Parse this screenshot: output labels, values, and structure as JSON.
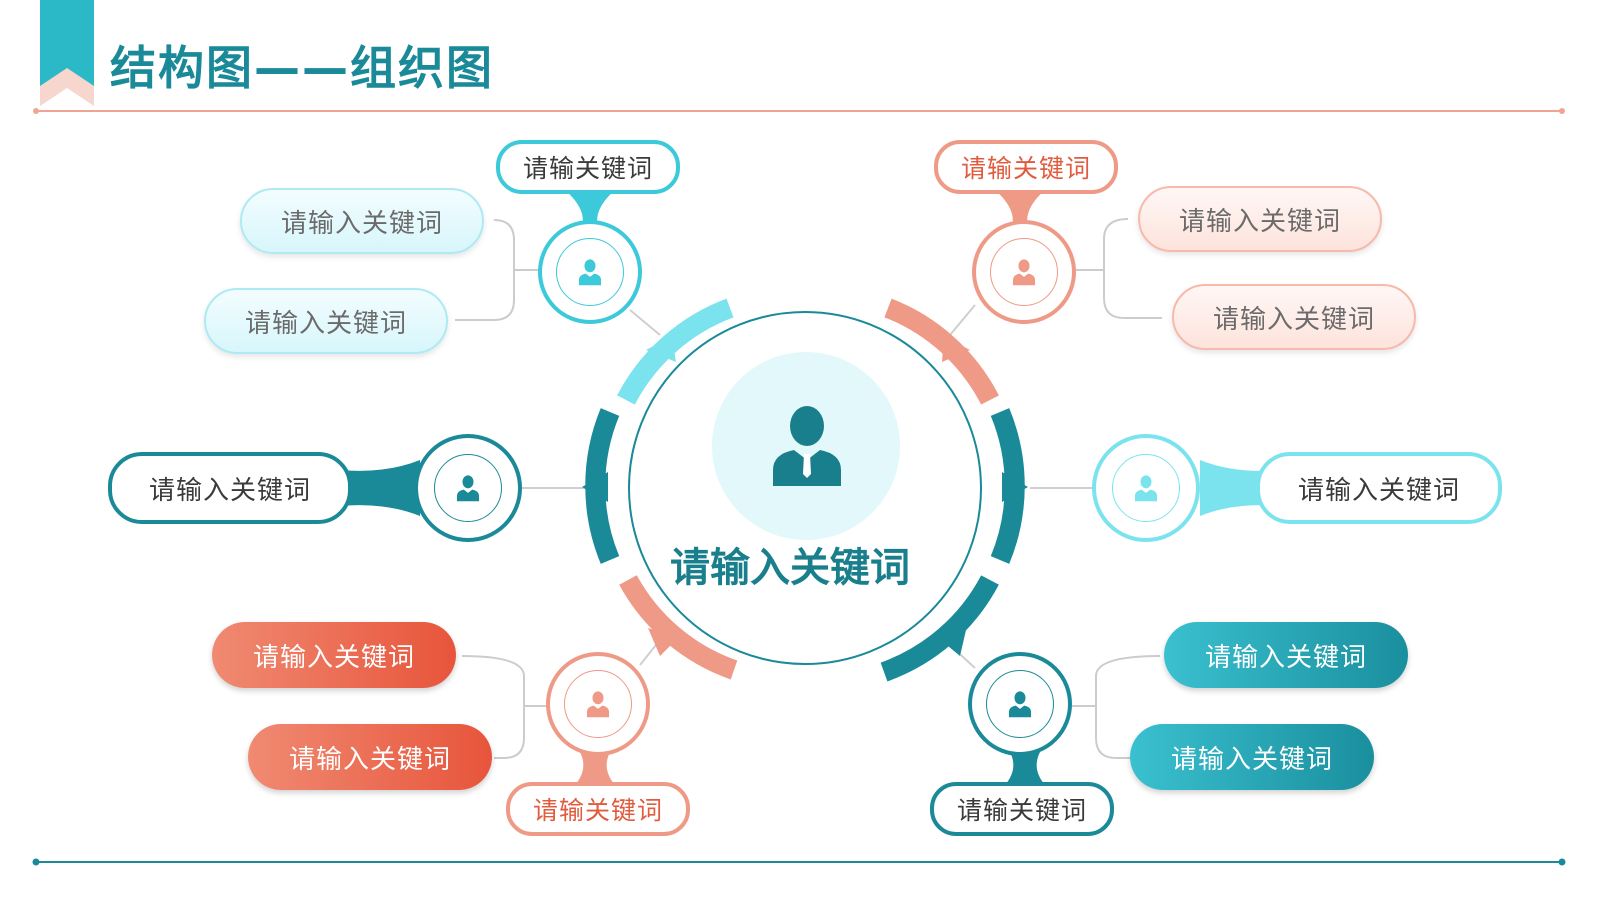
{
  "header": {
    "title": "结构图——组织图",
    "accent_color": "#1a8a98",
    "bookmark_colors": [
      "#2bb8c7",
      "#f7cfc6"
    ]
  },
  "center": {
    "label": "请输入关键词",
    "icon": "person-icon"
  },
  "groups": {
    "top_left": {
      "color": "#3cc9d9",
      "tag": "请输关键词",
      "pills": [
        "请输入关键词",
        "请输入关键词"
      ]
    },
    "top_right": {
      "color": "#ee9a86",
      "tag": "请输关键词",
      "pills": [
        "请输入关键词",
        "请输入关键词"
      ]
    },
    "middle_left": {
      "color": "#1a8a98",
      "pill": "请输入关键词"
    },
    "middle_right": {
      "color": "#7be3ee",
      "pill": "请输入关键词"
    },
    "bottom_left": {
      "color": "#ee9a86",
      "tag": "请输关键词",
      "pills": [
        "请输入关键词",
        "请输入关键词"
      ]
    },
    "bottom_right": {
      "color": "#1a8a98",
      "tag": "请输关键词",
      "pills": [
        "请输入关键词",
        "请输入关键词"
      ]
    }
  }
}
